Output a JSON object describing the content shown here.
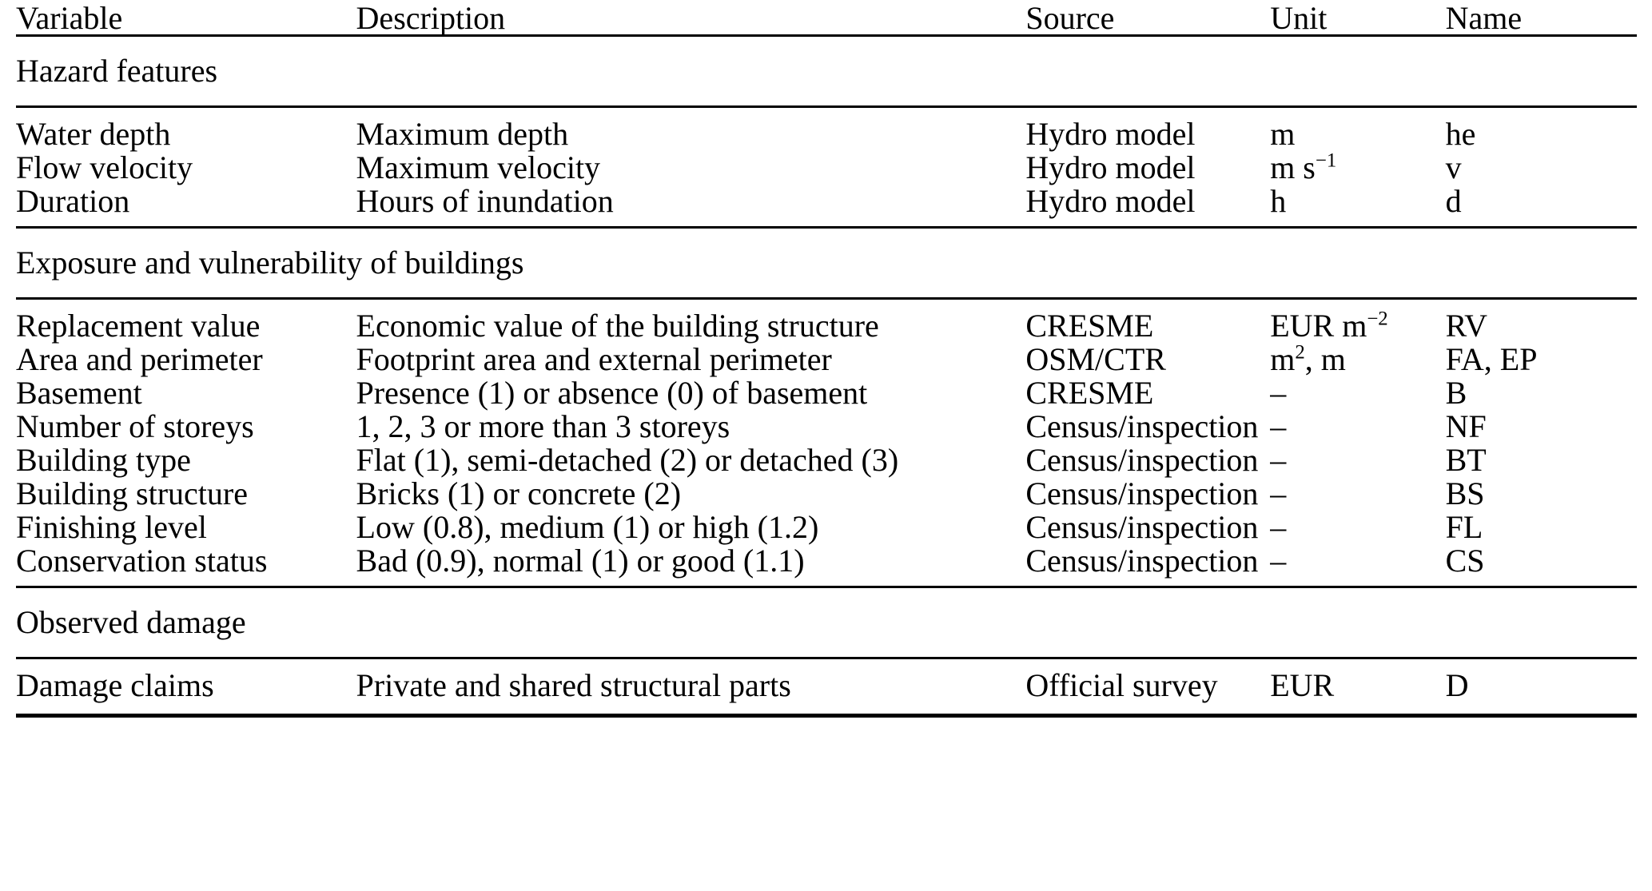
{
  "table": {
    "columns": [
      {
        "key": "variable",
        "label": "Variable"
      },
      {
        "key": "description",
        "label": "Description"
      },
      {
        "key": "source",
        "label": "Source"
      },
      {
        "key": "unit",
        "label": "Unit"
      },
      {
        "key": "name",
        "label": "Name"
      }
    ],
    "sections": [
      {
        "title": "Hazard features",
        "rows": [
          {
            "variable": "Water depth",
            "description": "Maximum depth",
            "source": "Hydro model",
            "unit": "m",
            "unit_base": "m",
            "unit_exp": "",
            "unit_tail": "",
            "name": "he"
          },
          {
            "variable": "Flow velocity",
            "description": "Maximum velocity",
            "source": "Hydro model",
            "unit": "m s−1",
            "unit_base": "m s",
            "unit_exp": "−1",
            "unit_tail": "",
            "name": "v"
          },
          {
            "variable": "Duration",
            "description": "Hours of inundation",
            "source": "Hydro model",
            "unit": "h",
            "unit_base": "h",
            "unit_exp": "",
            "unit_tail": "",
            "name": "d"
          }
        ]
      },
      {
        "title": "Exposure and vulnerability of buildings",
        "rows": [
          {
            "variable": "Replacement value",
            "description": "Economic value of the building structure",
            "source": "CRESME",
            "unit": "EUR m−2",
            "unit_base": "EUR m",
            "unit_exp": "−2",
            "unit_tail": "",
            "name": "RV"
          },
          {
            "variable": "Area and perimeter",
            "description": "Footprint area and external perimeter",
            "source": "OSM/CTR",
            "unit": "m2, m",
            "unit_base": "m",
            "unit_exp": "2",
            "unit_tail": ", m",
            "name": "FA, EP"
          },
          {
            "variable": "Basement",
            "description": "Presence (1) or absence (0) of basement",
            "source": "CRESME",
            "unit": "–",
            "unit_base": "–",
            "unit_exp": "",
            "unit_tail": "",
            "name": "B"
          },
          {
            "variable": "Number of storeys",
            "description": "1, 2, 3 or more than 3 storeys",
            "source": "Census/inspection",
            "unit": "–",
            "unit_base": "–",
            "unit_exp": "",
            "unit_tail": "",
            "name": "NF"
          },
          {
            "variable": "Building type",
            "description": "Flat (1), semi-detached (2) or detached (3)",
            "source": "Census/inspection",
            "unit": "–",
            "unit_base": "–",
            "unit_exp": "",
            "unit_tail": "",
            "name": "BT"
          },
          {
            "variable": "Building structure",
            "description": "Bricks (1) or concrete (2)",
            "source": "Census/inspection",
            "unit": "–",
            "unit_base": "–",
            "unit_exp": "",
            "unit_tail": "",
            "name": "BS"
          },
          {
            "variable": "Finishing level",
            "description": "Low (0.8), medium (1) or high (1.2)",
            "source": "Census/inspection",
            "unit": "–",
            "unit_base": "–",
            "unit_exp": "",
            "unit_tail": "",
            "name": "FL"
          },
          {
            "variable": "Conservation status",
            "description": "Bad (0.9), normal (1) or good (1.1)",
            "source": "Census/inspection",
            "unit": "–",
            "unit_base": "–",
            "unit_exp": "",
            "unit_tail": "",
            "name": "CS"
          }
        ]
      },
      {
        "title": "Observed damage",
        "rows": [
          {
            "variable": "Damage claims",
            "description": "Private and shared structural parts",
            "source": "Official survey",
            "unit": "EUR",
            "unit_base": "EUR",
            "unit_exp": "",
            "unit_tail": "",
            "name": "D"
          }
        ]
      }
    ]
  },
  "style": {
    "text_color": "#000000",
    "background_color": "#ffffff",
    "rule_color": "#000000"
  }
}
